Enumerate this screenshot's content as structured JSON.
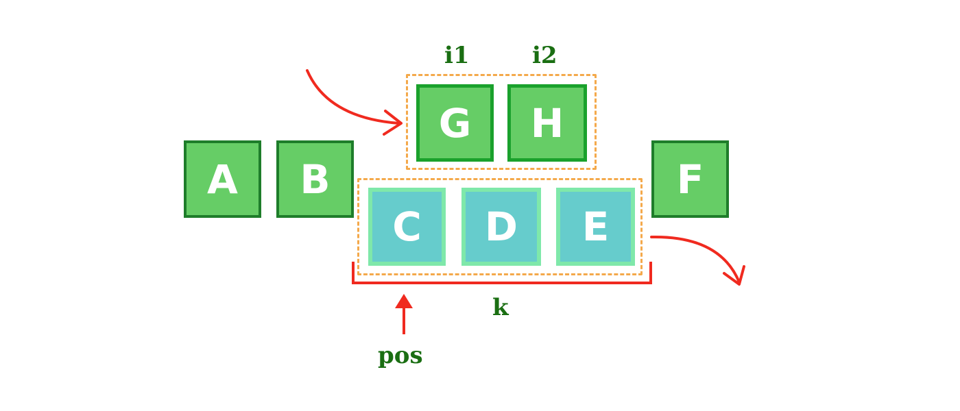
{
  "colors": {
    "green_fill": "#66cd66",
    "green_border": "#1e7d2a",
    "teal_fill": "#66cccc",
    "teal_border": "#7fe8aa",
    "dashed_outline": "#f4a94b",
    "arrow": "#f02a1f",
    "label_text": "#1a6e12"
  },
  "sequence_boxes": {
    "a": "A",
    "b": "B",
    "c": "C",
    "d": "D",
    "e": "E",
    "f": "F"
  },
  "insert_boxes": {
    "g": "G",
    "h": "H"
  },
  "labels": {
    "i1": "i1",
    "i2": "i2",
    "k": "k",
    "pos": "pos"
  }
}
